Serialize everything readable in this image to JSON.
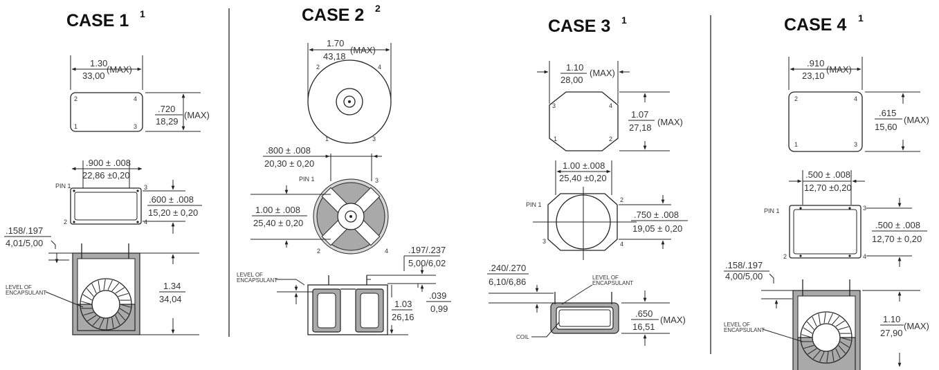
{
  "cases": [
    {
      "title": "CASE 1",
      "sup": "1",
      "pins_top": [
        "2",
        "4",
        "1",
        "3"
      ],
      "dim_width": {
        "num": "1.30",
        "den": "33,00",
        "note": "(MAX)"
      },
      "dim_height": {
        "num": ".720",
        "den": "18,29",
        "note": "(MAX)"
      },
      "dim_pin_spacing": {
        "num": ".900 ± .008",
        "den": "22,86 ±0,20"
      },
      "dim_pin_row": {
        "num": ".600 ± .008",
        "den": "15,20 ± 0,20"
      },
      "pin1_label": "PIN 1",
      "pins_bottom": [
        "3",
        "2",
        "4"
      ],
      "dim_lead": {
        "num": ".158/.197",
        "den": "4,01/5,00"
      },
      "dim_total": {
        "num": "1.34",
        "den": "34,04"
      },
      "encapsulant": [
        "LEVEL OF",
        "ENCAPSULANT"
      ]
    },
    {
      "title": "CASE 2",
      "sup": "2",
      "pins_top": [
        "2",
        "4",
        "1",
        "3"
      ],
      "dim_width": {
        "num": "1.70",
        "den": "43,18",
        "note": "(MAX)"
      },
      "dim_pin_spacing": {
        "num": ".800 ± .008",
        "den": "20,30 ± 0,20"
      },
      "pin1_label": "PIN 1",
      "pins_bottom": [
        "3",
        "2",
        "4"
      ],
      "dim_pin_row": {
        "num": "1.00 ± .008",
        "den": "25,40 ± 0,20"
      },
      "dim_lead": {
        "num": ".197/.237",
        "den": "5,00/6,02"
      },
      "dim_total": {
        "num": "1.03",
        "den": "26,16"
      },
      "dim_base": {
        "num": ".039",
        "den": "0,99"
      },
      "encapsulant": [
        "LEVEL OF",
        "ENCAPSULANT"
      ]
    },
    {
      "title": "CASE 3",
      "sup": "1",
      "pins_top": [
        "3",
        "4",
        "1",
        "2"
      ],
      "dim_width": {
        "num": "1.10",
        "den": "28,00",
        "note": "(MAX)"
      },
      "dim_height": {
        "num": "1.07",
        "den": "27,18",
        "note": "(MAX)"
      },
      "dim_pin_spacing": {
        "num": "1.00 ±.008",
        "den": "25,40 ±0,20"
      },
      "pin1_label": "PIN 1",
      "pins_bottom": [
        "2",
        "3",
        "4"
      ],
      "dim_pin_row": {
        "num": ".750 ± .008",
        "den": "19,05 ± 0,20"
      },
      "dim_lead": {
        "num": ".240/.270",
        "den": "6,10/6,86"
      },
      "dim_total": {
        "num": ".650",
        "den": "16,51",
        "note": "(MAX)"
      },
      "encapsulant": [
        "LEVEL OF",
        "ENCAPSULANT"
      ],
      "coil_label": "COIL"
    },
    {
      "title": "CASE 4",
      "sup": "1",
      "pins_top": [
        "2",
        "4",
        "1",
        "3"
      ],
      "dim_width": {
        "num": ".910",
        "den": "23,10",
        "note": "(MAX)"
      },
      "dim_height": {
        "num": ".615",
        "den": "15,60",
        "note": "(MAX)"
      },
      "dim_pin_spacing": {
        "num": ".500 ± .008",
        "den": "12,70 ±0,20"
      },
      "pin1_label": "PIN 1",
      "pins_bottom": [
        "3",
        "2",
        "4"
      ],
      "dim_pin_row": {
        "num": ".500 ± .008",
        "den": "12,70 ± 0,20"
      },
      "dim_lead": {
        "num": ".158/.197",
        "den": "4,00/5,00"
      },
      "dim_total": {
        "num": "1.10",
        "den": "27,90",
        "note": "(MAX)"
      },
      "encapsulant": [
        "LEVEL OF",
        "ENCAPSULANT"
      ]
    }
  ]
}
